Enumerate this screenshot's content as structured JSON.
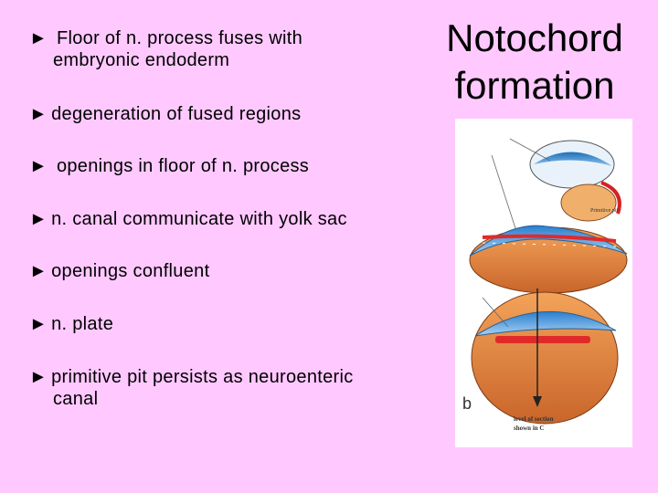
{
  "title": {
    "line1": "Notochord",
    "line2": "formation"
  },
  "bullets": [
    {
      "arrow": "►",
      "line1": " Floor of n. process fuses with",
      "line2": "embryonic endoderm"
    },
    {
      "arrow": "►",
      "line1": "degeneration of fused regions"
    },
    {
      "arrow": "►",
      "line1": " openings in floor of n. process"
    },
    {
      "arrow": "►",
      "line1": "n. canal communicate with yolk sac"
    },
    {
      "arrow": "►",
      "line1": "openings confluent"
    },
    {
      "arrow": "►",
      "line1": "n. plate"
    },
    {
      "arrow": "►",
      "line1": "primitive pit persists as neuroenteric",
      "line2": "canal"
    }
  ],
  "figure": {
    "label_primitive_pit": "Primitive pit",
    "panel_letter": "b",
    "caption_line1": "level of section",
    "caption_line2": "shown in C"
  }
}
